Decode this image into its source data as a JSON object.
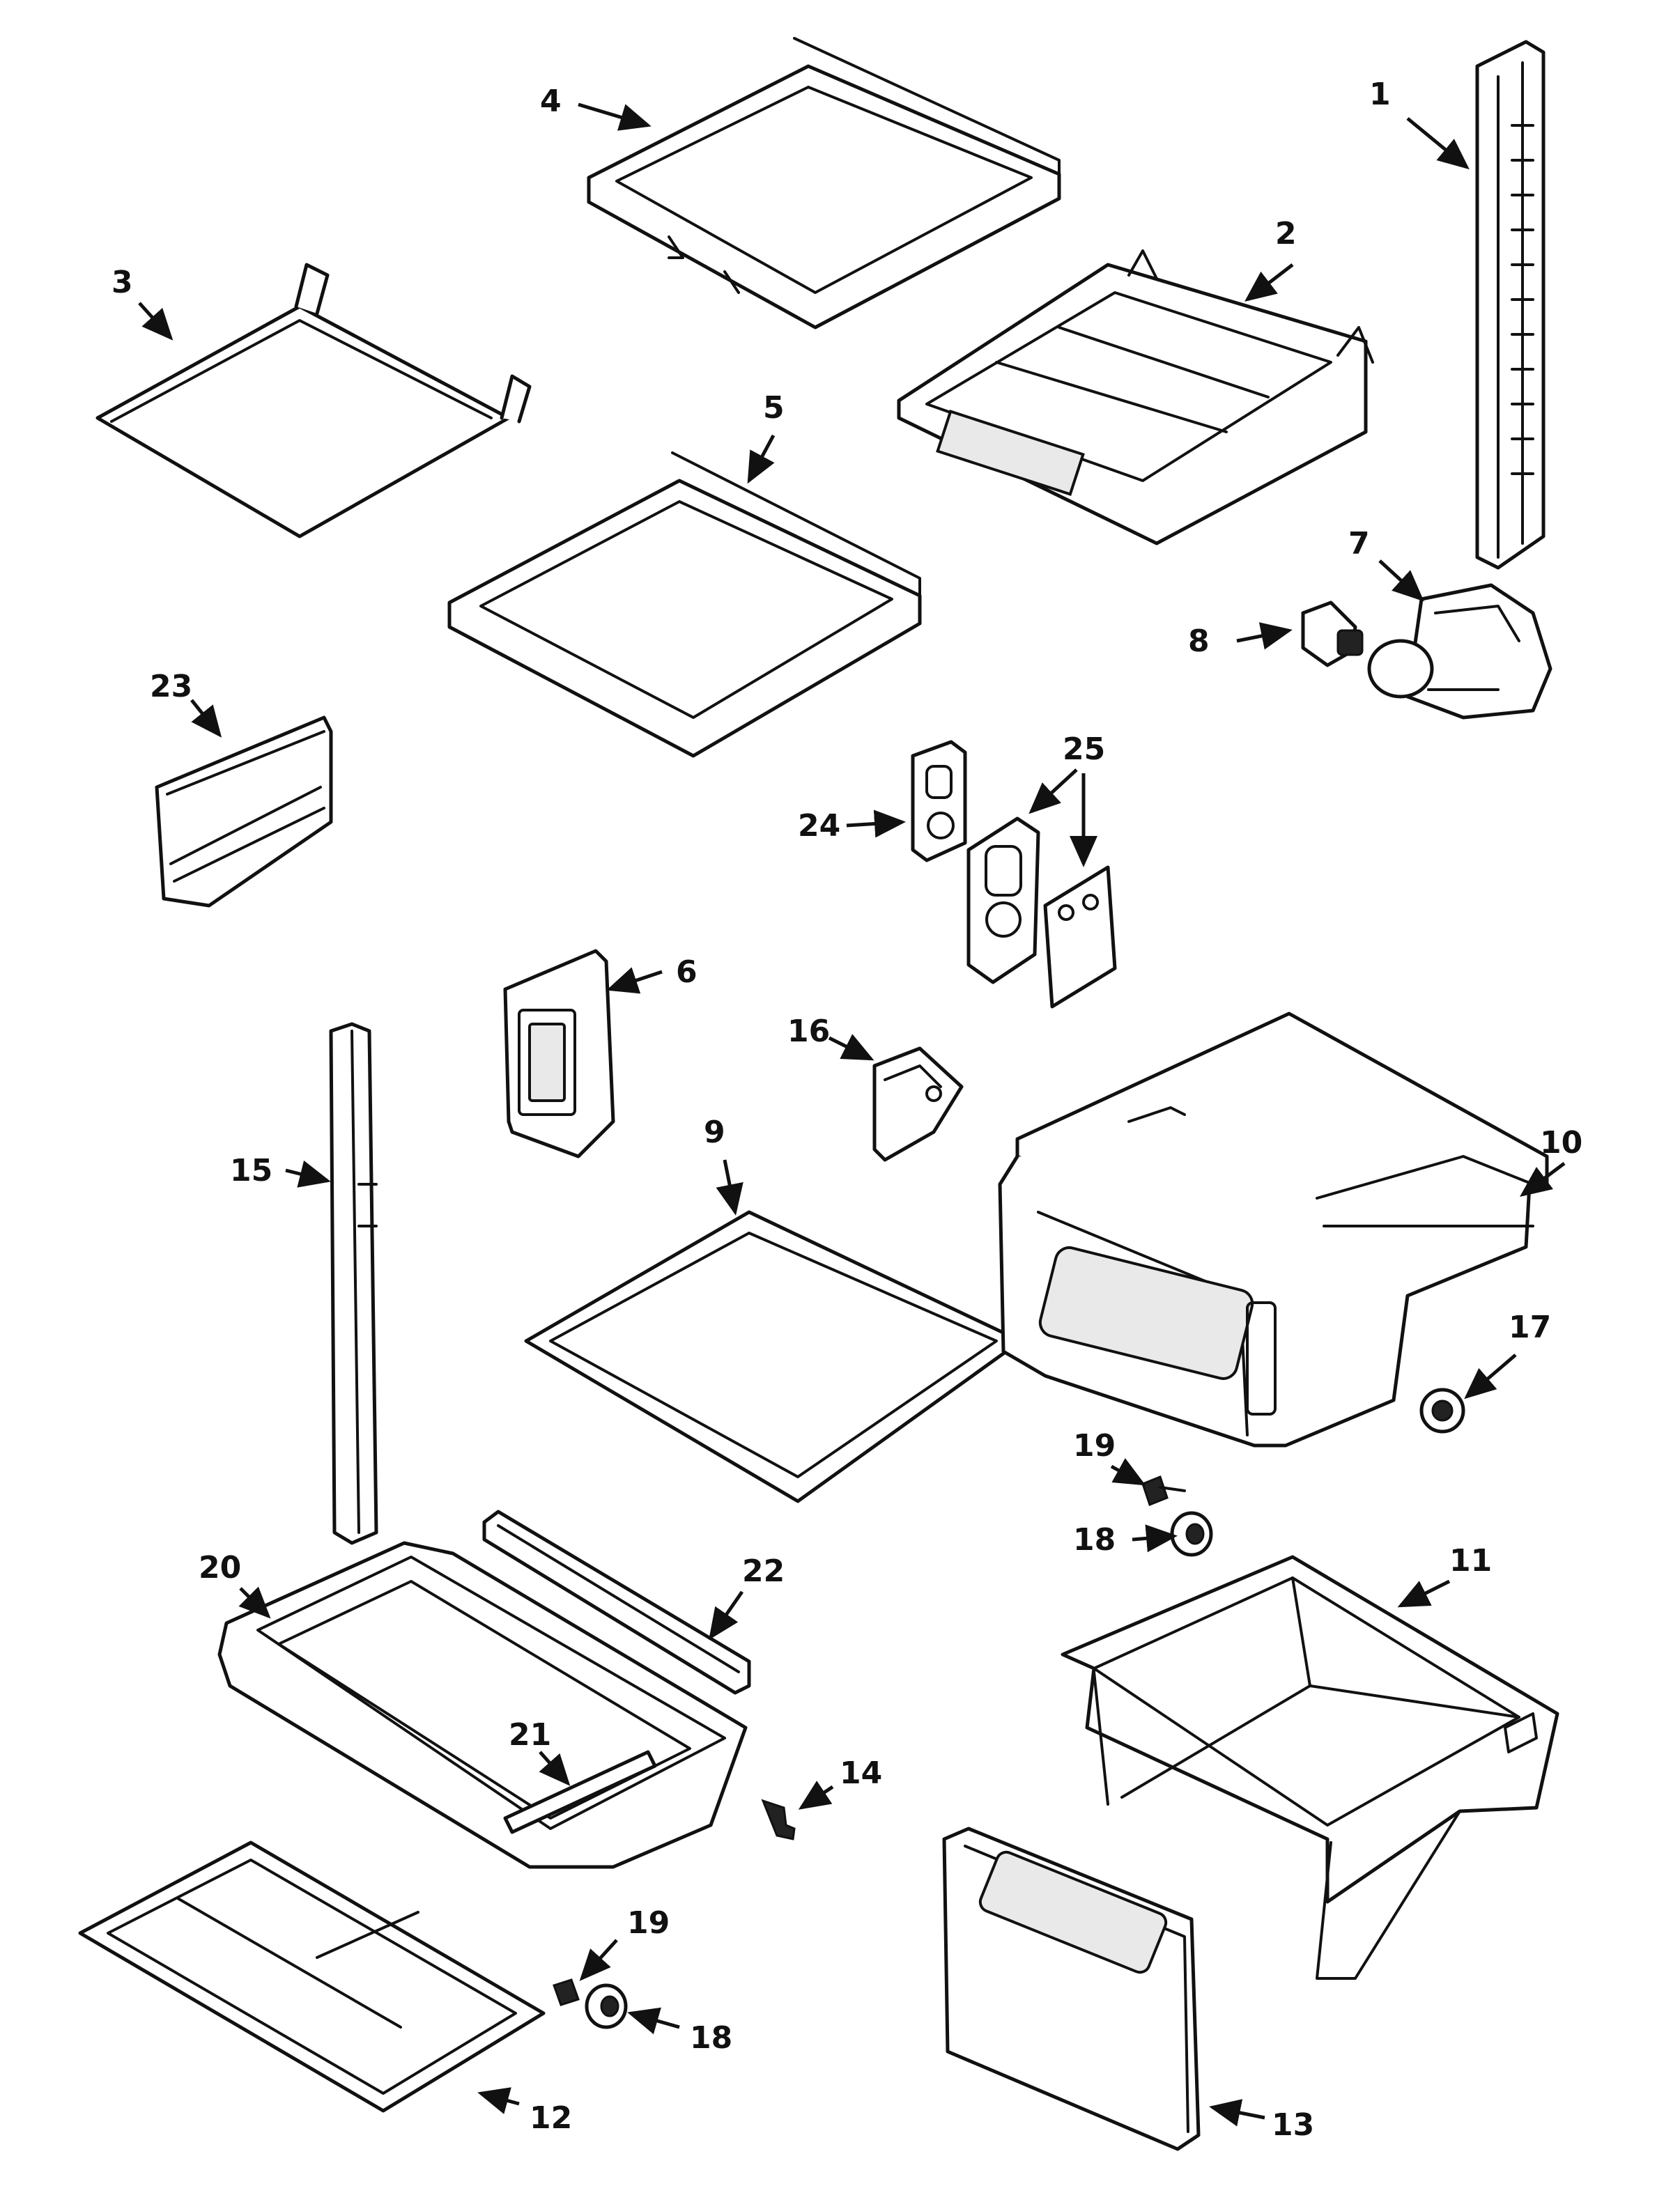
{
  "diagram": {
    "style": {
      "line_color": "#111111",
      "background": "#ffffff"
    },
    "callouts": [
      {
        "id": "c1",
        "number": "1"
      },
      {
        "id": "c2",
        "number": "2"
      },
      {
        "id": "c3",
        "number": "3"
      },
      {
        "id": "c4",
        "number": "4"
      },
      {
        "id": "c5",
        "number": "5"
      },
      {
        "id": "c6",
        "number": "6"
      },
      {
        "id": "c7",
        "number": "7"
      },
      {
        "id": "c8",
        "number": "8"
      },
      {
        "id": "c9",
        "number": "9"
      },
      {
        "id": "c10",
        "number": "10"
      },
      {
        "id": "c11",
        "number": "11"
      },
      {
        "id": "c12",
        "number": "12"
      },
      {
        "id": "c13",
        "number": "13"
      },
      {
        "id": "c14",
        "number": "14"
      },
      {
        "id": "c15",
        "number": "15"
      },
      {
        "id": "c16",
        "number": "16"
      },
      {
        "id": "c17",
        "number": "17"
      },
      {
        "id": "c18a",
        "number": "18"
      },
      {
        "id": "c18b",
        "number": "18"
      },
      {
        "id": "c19a",
        "number": "19"
      },
      {
        "id": "c19b",
        "number": "19"
      },
      {
        "id": "c20",
        "number": "20"
      },
      {
        "id": "c21",
        "number": "21"
      },
      {
        "id": "c22",
        "number": "22"
      },
      {
        "id": "c23",
        "number": "23"
      },
      {
        "id": "c24",
        "number": "24"
      },
      {
        "id": "c25",
        "number": "25"
      }
    ]
  }
}
